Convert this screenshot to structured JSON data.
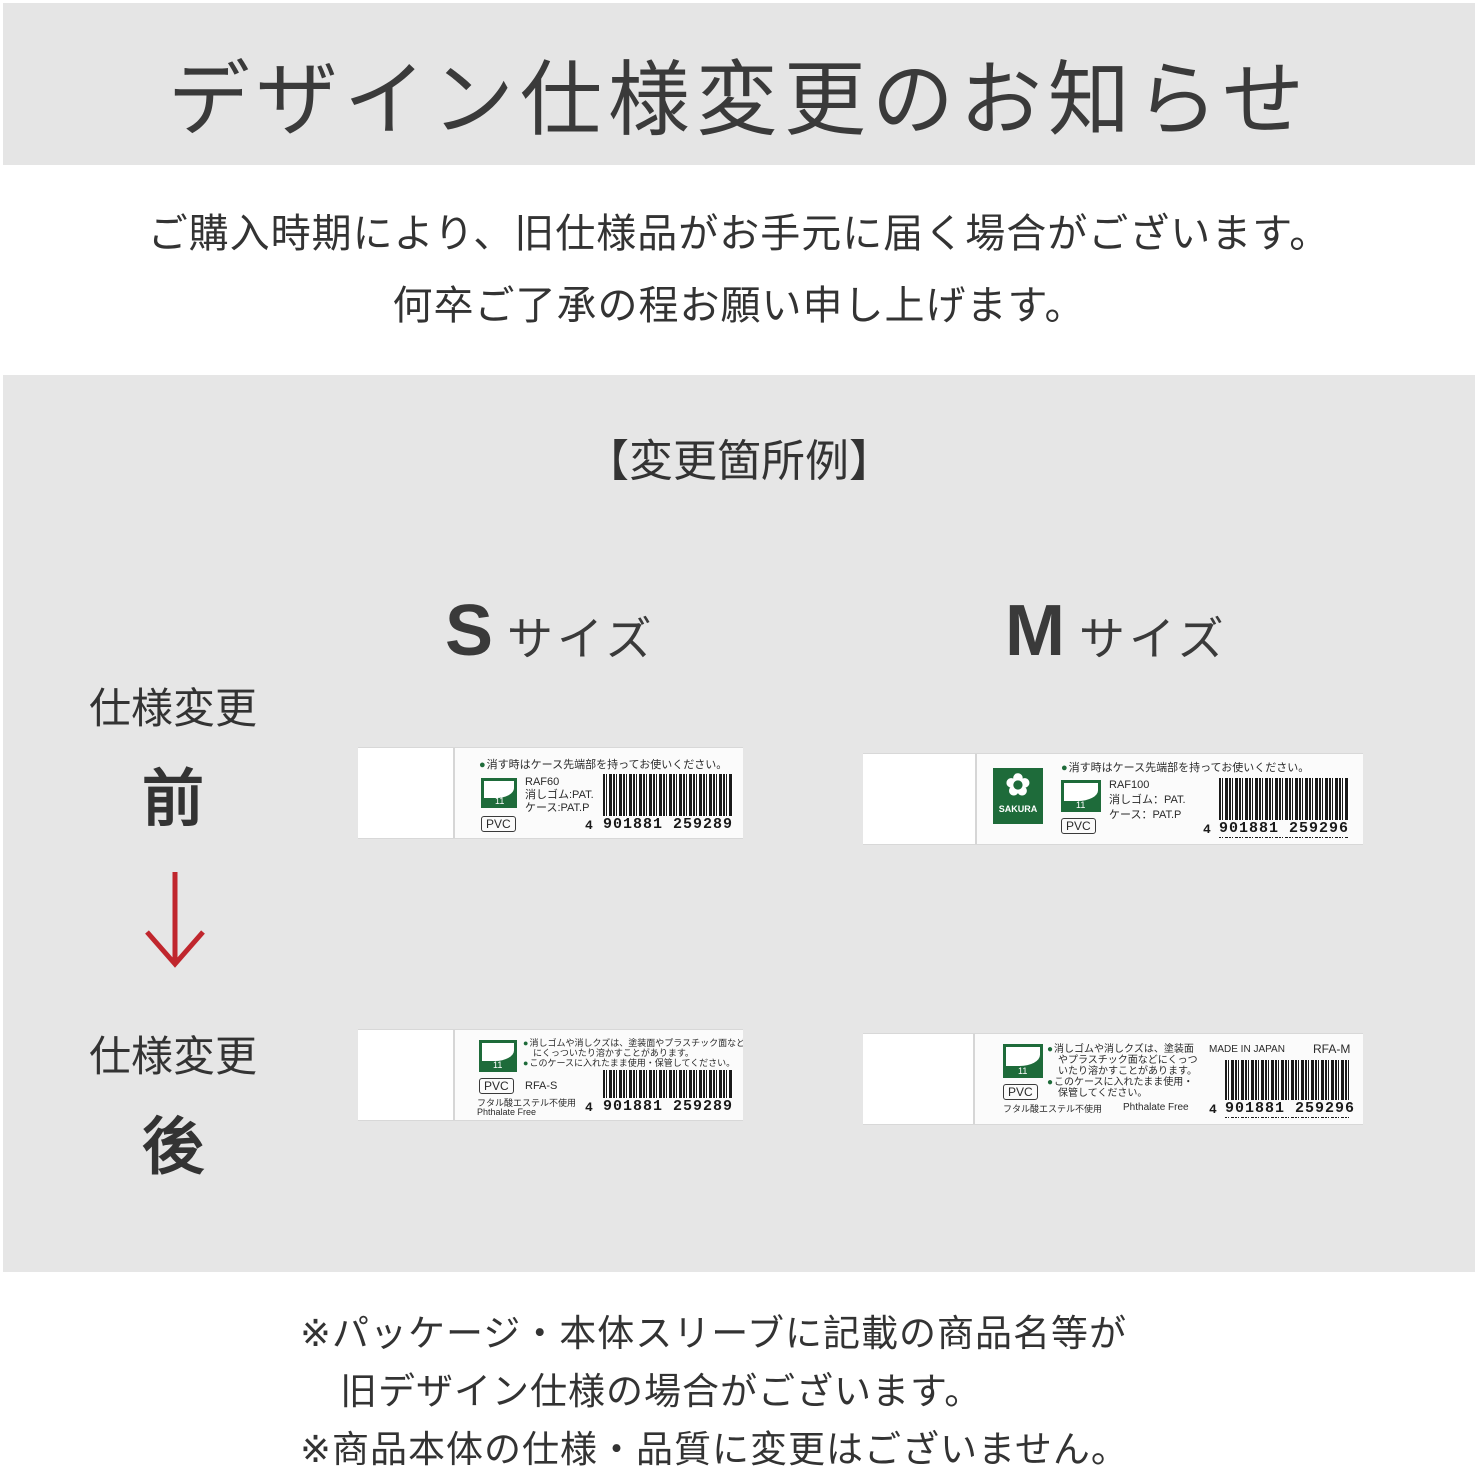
{
  "header": {
    "title": "デザイン仕様変更のお知らせ"
  },
  "intro": {
    "line1": "ご購入時期により、旧仕様品がお手元に届く場合がございます。",
    "line2": "何卒ご了承の程お願い申し上げます。"
  },
  "panel": {
    "heading": "【変更箇所例】",
    "columns": [
      {
        "letter": "S",
        "label": "サイズ"
      },
      {
        "letter": "M",
        "label": "サイズ"
      }
    ],
    "rows": {
      "before": {
        "line1": "仕様変更",
        "line2": "前"
      },
      "after": {
        "line1": "仕様変更",
        "line2": "後"
      }
    },
    "arrow_icon": "down-arrow-icon",
    "arrow_color": "#c0262d"
  },
  "products": {
    "s_before": {
      "note": "消す時はケース先端部を持ってお使いください。",
      "model": "RAF60",
      "pat1": "消しゴム:PAT.",
      "pat2": "ケース:PAT.P",
      "material": "PVC",
      "logo_number": "11",
      "lead_digit": "4",
      "barcode": "901881 259289"
    },
    "m_before": {
      "note": "消す時はケース先端部を持ってお使いください。",
      "brand": "SAKURA",
      "model": "RAF100",
      "pat1": "消しゴム：PAT.",
      "pat2": "ケース：PAT.P",
      "material": "PVC",
      "logo_number": "11",
      "lead_digit": "4",
      "barcode": "901881 259296"
    },
    "s_after": {
      "note1": "消しゴムや消しクズは、塗装面やプラスチック面など",
      "note1b": "にくっついたり溶かすことがあります。",
      "note2": "このケースに入れたまま使用・保管してください。",
      "model": "RFA-S",
      "material": "PVC",
      "logo_number": "11",
      "phthalate_jp": "フタル酸エステル不使用",
      "phthalate_en": "Phthalate Free",
      "lead_digit": "4",
      "barcode": "901881 259289"
    },
    "m_after": {
      "note1": "消しゴムや消しクズは、塗装面",
      "note1b": "やプラスチック面などにくっつ",
      "note1c": "いたり溶かすことがあります。",
      "note2": "このケースに入れたまま使用・",
      "note2b": "保管してください。",
      "made_in": "MADE IN JAPAN",
      "model": "RFA-M",
      "material": "PVC",
      "logo_number": "11",
      "phthalate_jp": "フタル酸エステル不使用",
      "phthalate_en": "Phthalate Free",
      "lead_digit": "4",
      "barcode": "901881 259296"
    }
  },
  "footnote": {
    "line1": "※パッケージ・本体スリーブに記載の商品名等が",
    "line2": "旧デザイン仕様の場合がございます。",
    "line3": "※商品本体の仕様・品質に変更はございません。"
  }
}
